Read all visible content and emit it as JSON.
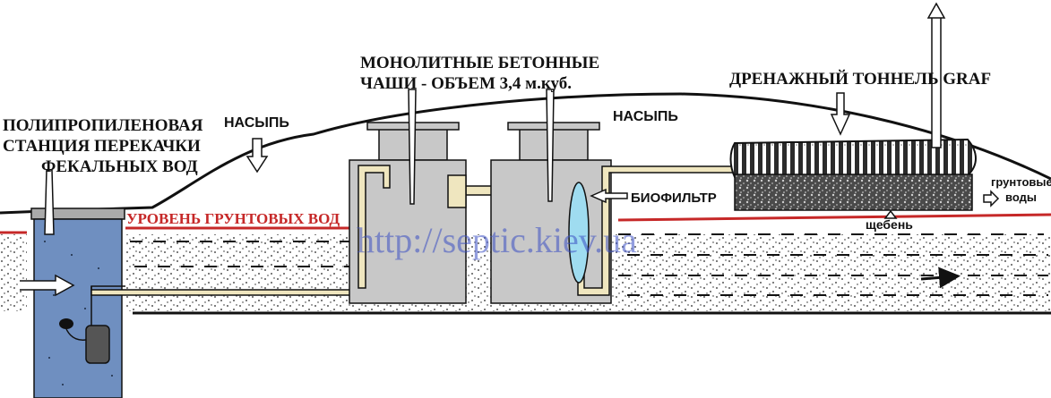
{
  "labels": {
    "pump_station_1": "ПОЛИПРОПИЛЕНОВАЯ",
    "pump_station_2": "СТАНЦИЯ  ПЕРЕКАЧКИ",
    "pump_station_3": "ФЕКАЛЬНЫХ ВОД",
    "fill_left": "НАСЫПЬ",
    "fill_center": "НАСЫПЬ",
    "tanks_1": "МОНОЛИТНЫЕ БЕТОННЫЕ",
    "tanks_2": "ЧАШИ - ОБЪЕМ 3,4 м.куб.",
    "drain_tunnel": "ДРЕНАЖНЫЙ ТОННЕЛЬ GRAF",
    "groundwater_level": "УРОВЕНЬ ГРУНТОВЫХ ВОД",
    "biofilter": "БИОФИЛЬТР",
    "gravel": "щебень",
    "groundwater_1": "грунтовые",
    "groundwater_2": "воды",
    "watermark": "http://septic.kiev.ua"
  },
  "colors": {
    "soil_dots": "#222222",
    "groundwater_line": "#c62828",
    "pump_tank": "#6f8fc0",
    "concrete": "#c8c8c8",
    "pipe": "#efe6bf",
    "biofilter": "#9fdcf0",
    "gravel_block": "#3a3a3a",
    "watermark": "#3b4fc4"
  }
}
